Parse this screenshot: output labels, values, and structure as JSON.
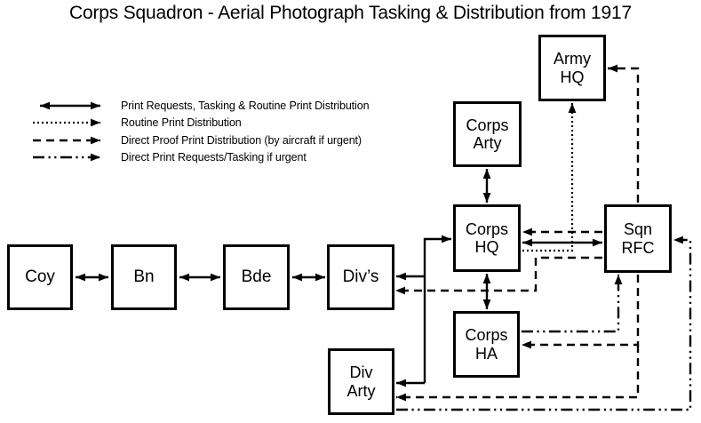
{
  "title": "Corps Squadron - Aerial Photograph Tasking & Distribution from 1917",
  "colors": {
    "ink": "#000000",
    "background": "#ffffff"
  },
  "legend": {
    "items": [
      {
        "style": "solid-double-arrow",
        "label": "Print Requests, Tasking & Routine Print Distribution"
      },
      {
        "style": "dotted-arrow",
        "label": "Routine Print Distribution"
      },
      {
        "style": "dashed-arrow",
        "label": "Direct Proof Print Distribution (by aircraft if urgent)"
      },
      {
        "style": "dash-dot-dot-arrow",
        "label": "Direct Print Requests/Tasking if urgent"
      }
    ]
  },
  "nodes": {
    "coy": {
      "label": "Coy"
    },
    "bn": {
      "label": "Bn"
    },
    "bde": {
      "label": "Bde"
    },
    "divs": {
      "label": "Div’s"
    },
    "corps_arty": {
      "label": "Corps\nArty"
    },
    "corps_hq": {
      "label": "Corps\nHQ"
    },
    "corps_ha": {
      "label": "Corps\nHA"
    },
    "army_hq": {
      "label": "Army\nHQ"
    },
    "sqn_rfc": {
      "label": "Sqn\nRFC"
    },
    "div_arty": {
      "label": "Div\nArty"
    }
  },
  "edges": [
    {
      "from": "Coy",
      "to": "Bn",
      "style": "solid",
      "arrows": "both"
    },
    {
      "from": "Bn",
      "to": "Bde",
      "style": "solid",
      "arrows": "both"
    },
    {
      "from": "Bde",
      "to": "Div’s",
      "style": "solid",
      "arrows": "both"
    },
    {
      "from": "Corps Arty",
      "to": "Corps HQ",
      "style": "solid",
      "arrows": "both"
    },
    {
      "from": "Corps HQ",
      "to": "Corps HA",
      "style": "solid",
      "arrows": "both"
    },
    {
      "from": "Corps HQ",
      "to": "Sqn RFC",
      "style": "solid",
      "arrows": "both"
    },
    {
      "from": "solid junction trunk",
      "to": "Corps HQ, Div’s, Div Arty",
      "style": "solid",
      "arrows": "into each end"
    },
    {
      "from": "Corps HQ",
      "to": "Army HQ",
      "style": "dotted",
      "arrows": "end"
    },
    {
      "from": "Sqn RFC",
      "to": "Corps HQ",
      "style": "dashed",
      "arrows": "end"
    },
    {
      "from": "Sqn RFC",
      "to": "Army HQ",
      "style": "dashed",
      "arrows": "end"
    },
    {
      "from": "Sqn RFC",
      "to": "Div’s",
      "style": "dashed",
      "arrows": "end"
    },
    {
      "from": "Sqn RFC",
      "to": "Corps HA",
      "style": "dashed",
      "arrows": "end"
    },
    {
      "from": "Sqn RFC",
      "to": "Div Arty",
      "style": "dashed",
      "arrows": "end"
    },
    {
      "from": "Corps HA",
      "to": "Sqn RFC",
      "style": "dash-dot-dot",
      "arrows": "end"
    },
    {
      "from": "Div Arty",
      "to": "Sqn RFC",
      "style": "dash-dot-dot",
      "arrows": "end"
    }
  ]
}
